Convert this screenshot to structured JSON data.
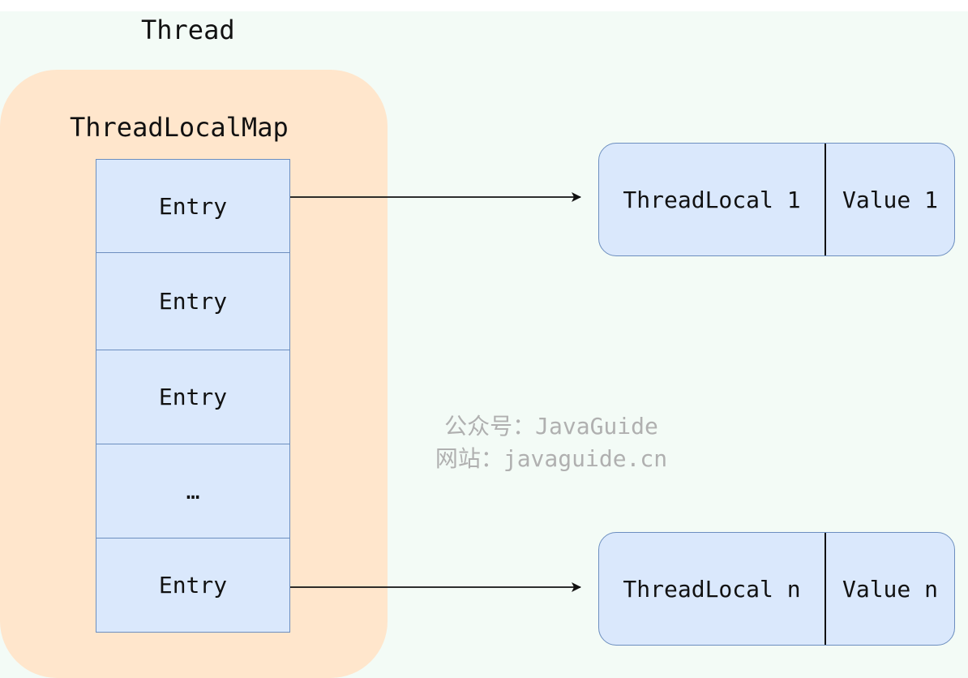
{
  "diagram": {
    "thread_label": "Thread",
    "map_label": "ThreadLocalMap",
    "entries": [
      "Entry",
      "Entry",
      "Entry",
      "…",
      "Entry"
    ],
    "pairs": [
      {
        "key": "ThreadLocal 1",
        "value": "Value 1"
      },
      {
        "key": "ThreadLocal n",
        "value": "Value n"
      }
    ],
    "watermark": {
      "line1": "公众号：JavaGuide",
      "line2": "网站：javaguide.cn"
    }
  },
  "colors": {
    "background": "#f3fbf6",
    "thread_fill": "#ffe6cc",
    "cell_fill": "#dae8fc",
    "cell_stroke": "#6c8ebf",
    "arrow": "#111111",
    "watermark": "#b0b0b0"
  }
}
